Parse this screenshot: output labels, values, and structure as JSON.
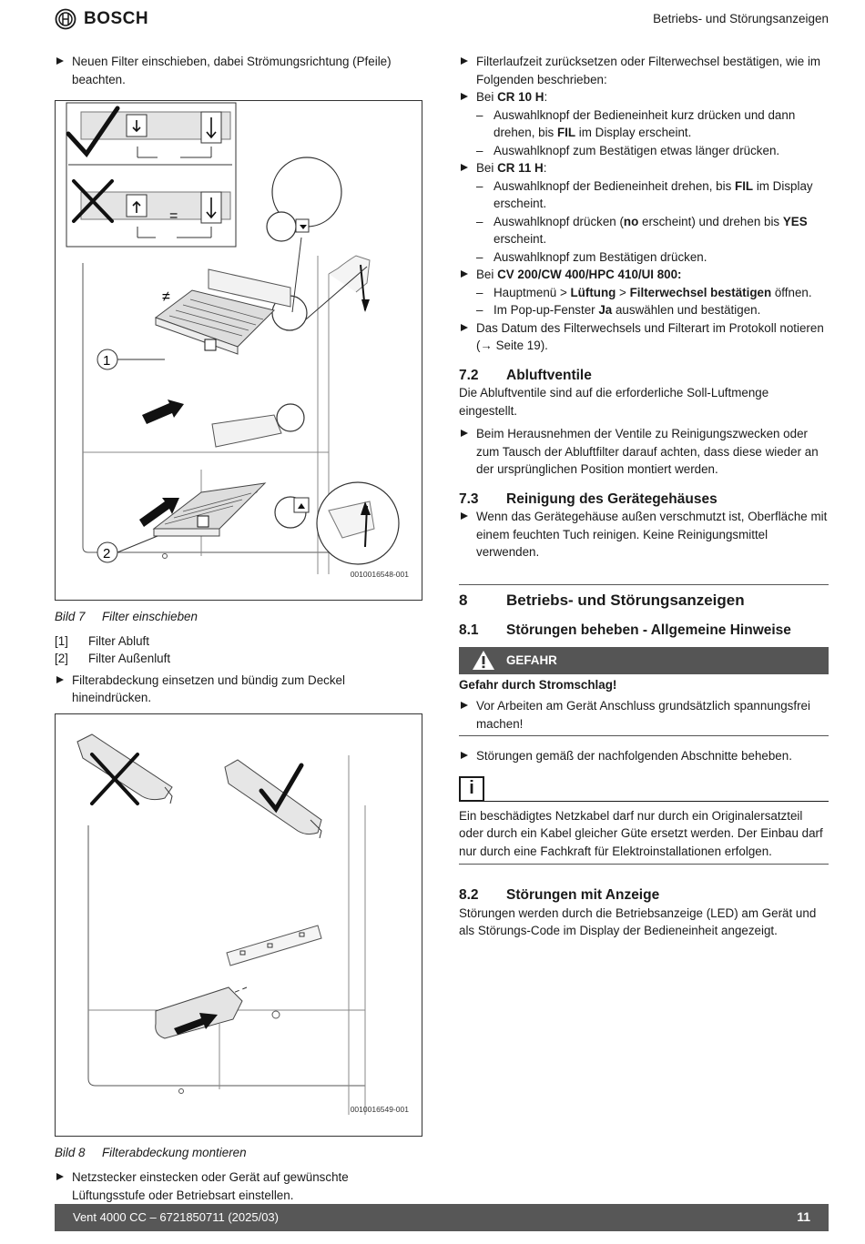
{
  "header": {
    "brand": "BOSCH",
    "section_title": "Betriebs- und Störungsanzeigen"
  },
  "left": {
    "step1": "Neuen Filter einschieben, dabei Strömungsrichtung (Pfeile) beachten.",
    "fig7": {
      "id": "0010016548-001",
      "eq": "=",
      "neq": "≠",
      "callout1": "1",
      "callout2": "2",
      "label": "Bild 7",
      "title": "Filter einschieben"
    },
    "legend": [
      {
        "key": "[1]",
        "text": "Filter Abluft"
      },
      {
        "key": "[2]",
        "text": "Filter Außenluft"
      }
    ],
    "step2": "Filterabdeckung einsetzen und bündig zum Deckel hineindrücken.",
    "fig8": {
      "id": "0010016549-001",
      "label": "Bild 8",
      "title": "Filterabdeckung montieren"
    },
    "step3": "Netzstecker einstecken oder Gerät auf gewünschte Lüftungsstufe oder Betriebsart einstellen."
  },
  "right": {
    "r1": "Filterlaufzeit zurücksetzen oder Filterwechsel bestätigen, wie im Folgenden beschrieben:",
    "cr10_pre": "Bei ",
    "cr10": "CR 10 H",
    "colon": ":",
    "cr10_d1a": "Auswahlknopf der Bedieneinheit kurz drücken und dann drehen, bis ",
    "fil": "FIL",
    "cr10_d1b": " im Display erscheint.",
    "cr10_d2": "Auswahlknopf zum Bestätigen etwas länger drücken.",
    "cr11_pre": "Bei ",
    "cr11": "CR 11 H",
    "cr11_d1a": "Auswahlknopf der Bedieneinheit drehen, bis ",
    "cr11_d1b": " im Display erscheint.",
    "cr11_d2a": "Auswahlknopf drücken (",
    "no": "no",
    "cr11_d2b": " erscheint) und drehen bis ",
    "yes": "YES",
    "cr11_d2c": " erscheint.",
    "cr11_d3": " Auswahlknopf zum Bestätigen drücken.",
    "cv_pre": "Bei ",
    "cv": "CV 200/CW 400/HPC 410/UI 800:",
    "cv_d1a": "Hauptmenü > ",
    "lueftung": "Lüftung",
    "cv_d1b": " > ",
    "filterwechsel": "Filterwechsel bestätigen",
    "cv_d1c": " öffnen.",
    "cv_d2a": "Im Pop-up-Fenster ",
    "ja": "Ja",
    "cv_d2b": " auswählen und bestätigen.",
    "r_protokoll": "Das Datum des Filterwechsels und Filterart im Protokoll notieren (→ Seite 19).",
    "s72": {
      "num": "7.2",
      "title": "Abluftventile"
    },
    "s72_text": "Die Abluftventile sind auf die erforderliche Soll-Luftmenge eingestellt.",
    "s72_bullet": "Beim Herausnehmen der Ventile zu Reinigungszwecken oder zum Tausch der Abluftfilter darauf achten, dass diese wieder an der ursprünglichen Position montiert werden.",
    "s73": {
      "num": "7.3",
      "title": "Reinigung des Gerätegehäuses"
    },
    "s73_bullet": "Wenn das Gerätegehäuse außen verschmutzt ist, Oberfläche mit einem feuchten Tuch reinigen. Keine Reinigungsmittel verwenden.",
    "s8": {
      "num": "8",
      "title": "Betriebs- und Störungsanzeigen"
    },
    "s81": {
      "num": "8.1",
      "title": "Störungen beheben - Allgemeine Hinweise"
    },
    "danger_label": "GEFAHR",
    "danger_title": "Gefahr durch Stromschlag!",
    "danger_bullet": "Vor Arbeiten am Gerät Anschluss grundsätzlich spannungsfrei machen!",
    "s81_bullet": "Störungen gemäß der nachfolgenden Abschnitte beheben.",
    "info_icon": "i",
    "info_text": "Ein beschädigtes Netzkabel darf nur durch ein Originalersatzteil oder durch ein Kabel gleicher Güte ersetzt werden. Der Einbau darf nur durch eine Fachkraft für Elektroinstallationen erfolgen.",
    "s82": {
      "num": "8.2",
      "title": "Störungen mit Anzeige"
    },
    "s82_text": "Störungen werden durch die Betriebsanzeige (LED) am Gerät und als Störungs-Code im Display der Bedieneinheit angezeigt."
  },
  "footer": {
    "doc": "Vent 4000 CC – 6721850711 (2025/03)",
    "page": "11"
  }
}
